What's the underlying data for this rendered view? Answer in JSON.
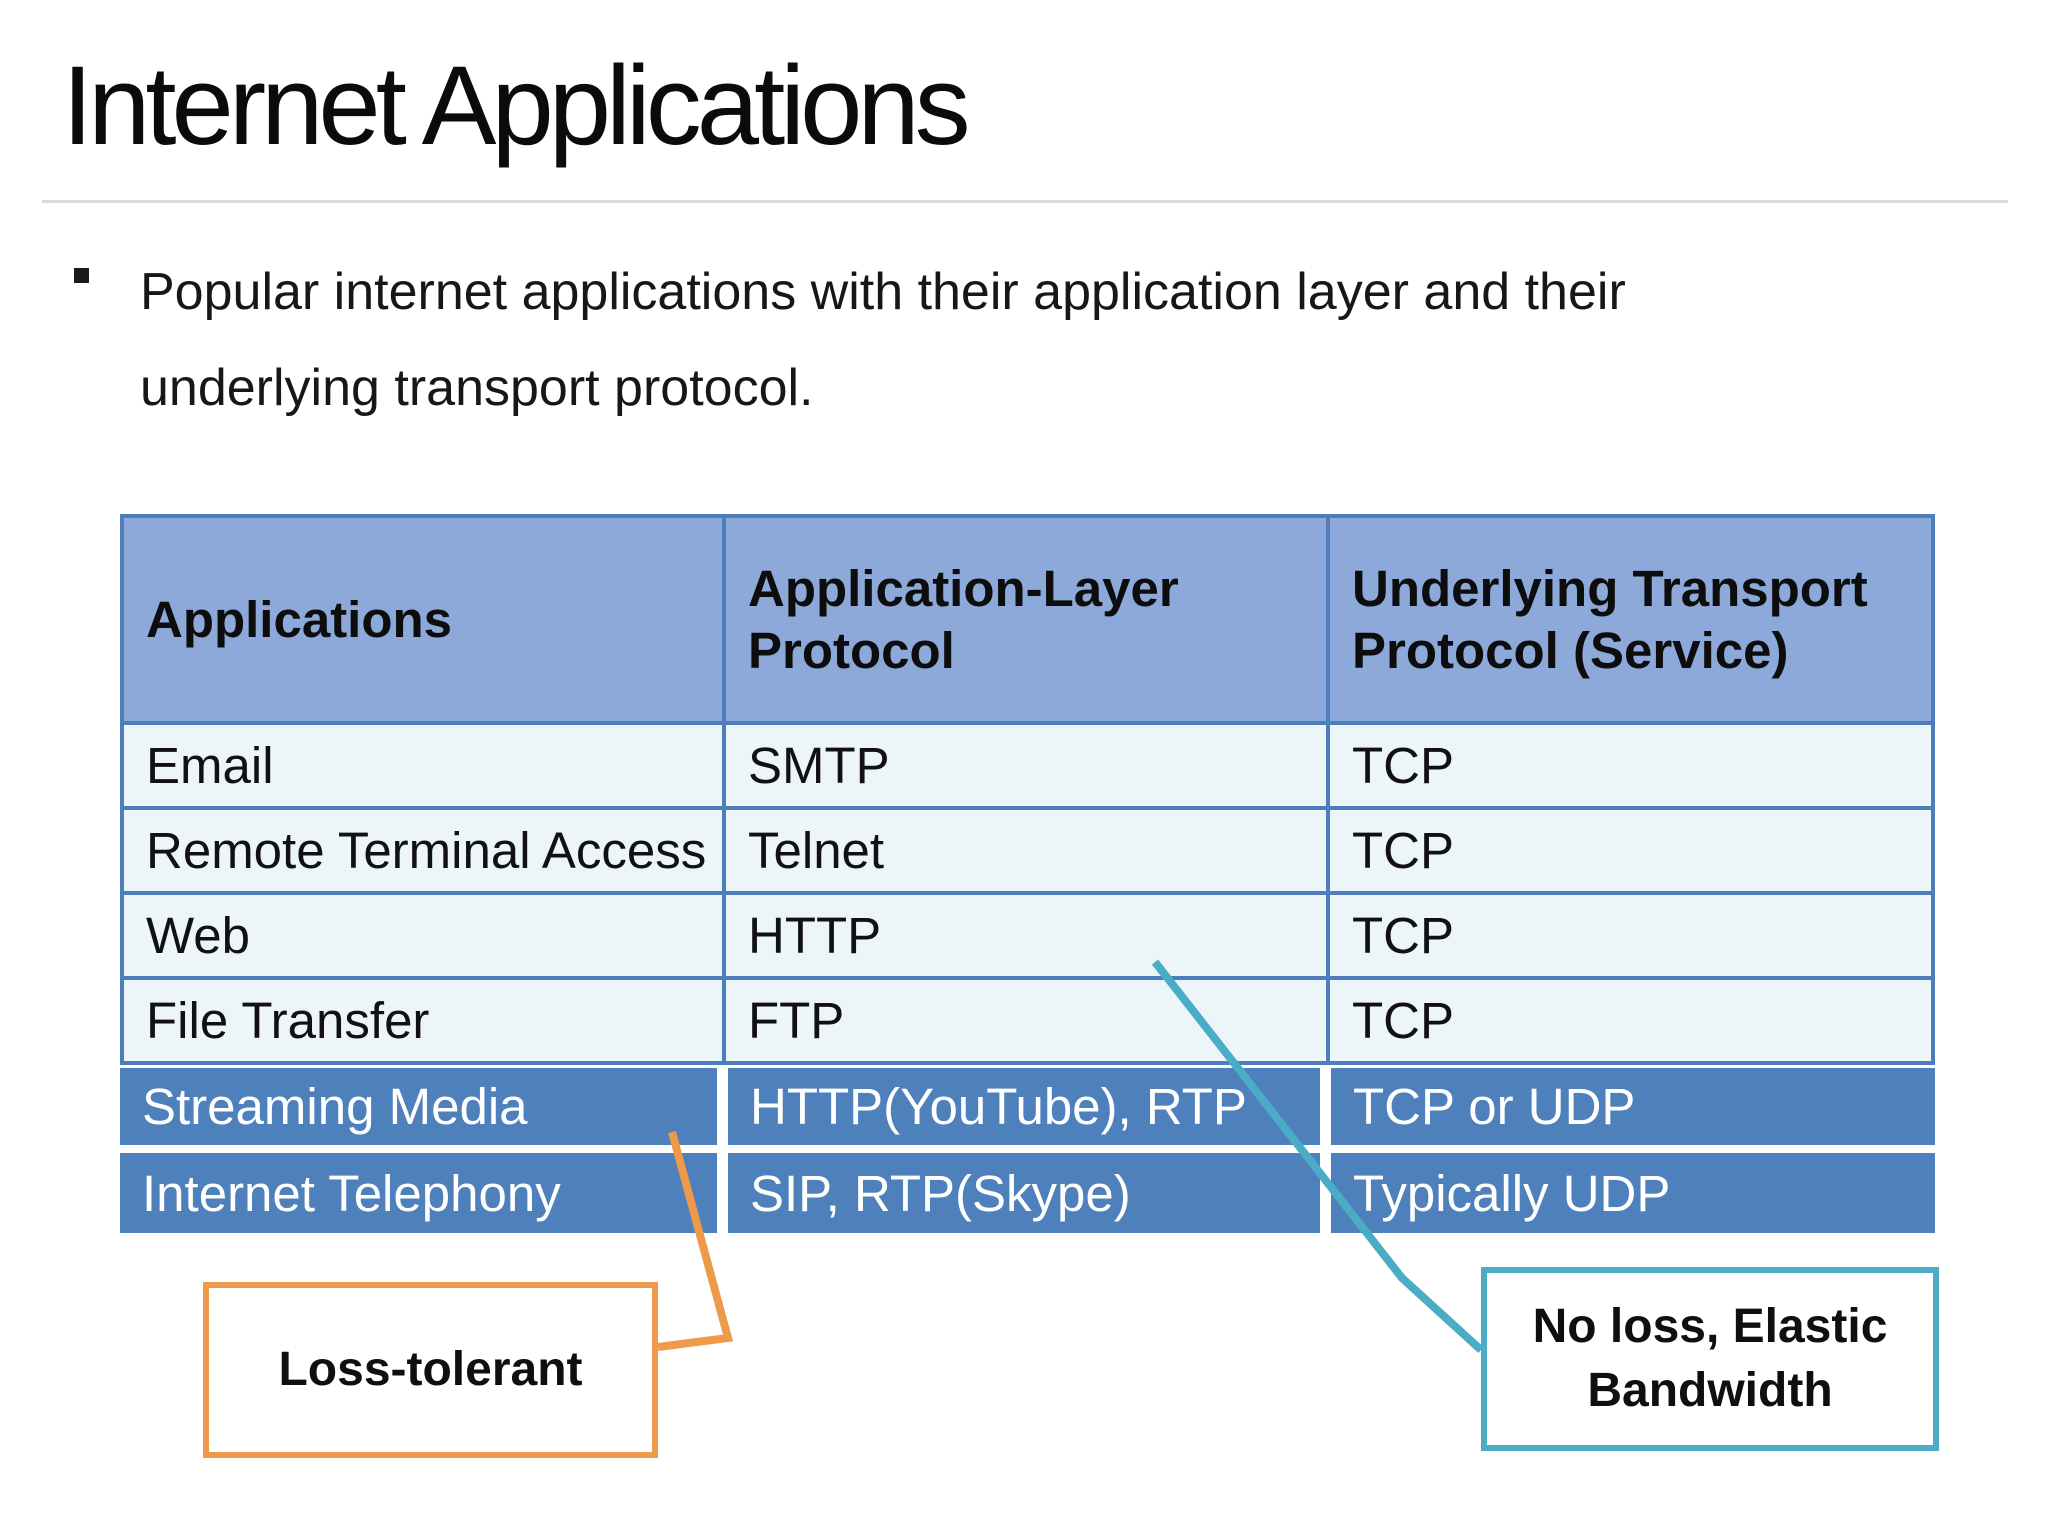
{
  "title": "Internet Applications",
  "bullet": {
    "line1": "Popular internet applications with their application layer and their",
    "line2": "underlying transport protocol."
  },
  "table": {
    "headers": [
      "Applications",
      "Application-Layer Protocol",
      "Underlying Transport Protocol (Service)"
    ],
    "rows": [
      [
        "Email",
        "SMTP",
        "TCP"
      ],
      [
        "Remote Terminal Access",
        "Telnet",
        "TCP"
      ],
      [
        "Web",
        "HTTP",
        "TCP"
      ],
      [
        "File Transfer",
        "FTP",
        "TCP"
      ]
    ],
    "highlight_rows": [
      [
        "Streaming Media",
        "HTTP(YouTube), RTP",
        "TCP or UDP"
      ],
      [
        "Internet Telephony",
        "SIP, RTP(Skype)",
        "Typically UDP"
      ]
    ]
  },
  "callouts": {
    "loss_tolerant": "Loss-tolerant",
    "no_loss": "No loss, Elastic Bandwidth"
  },
  "colors": {
    "header_bg": "#8CA9DA",
    "row_bg": "#ECF5F8",
    "highlight_bg": "#4E80BC",
    "table_border": "#4D7EBB",
    "title_divider": "#D9D9D9",
    "orange_accent": "#EE9A4B",
    "teal_accent": "#4BACC6",
    "text_dark": "#111111",
    "text_light": "#FFFFFF"
  }
}
